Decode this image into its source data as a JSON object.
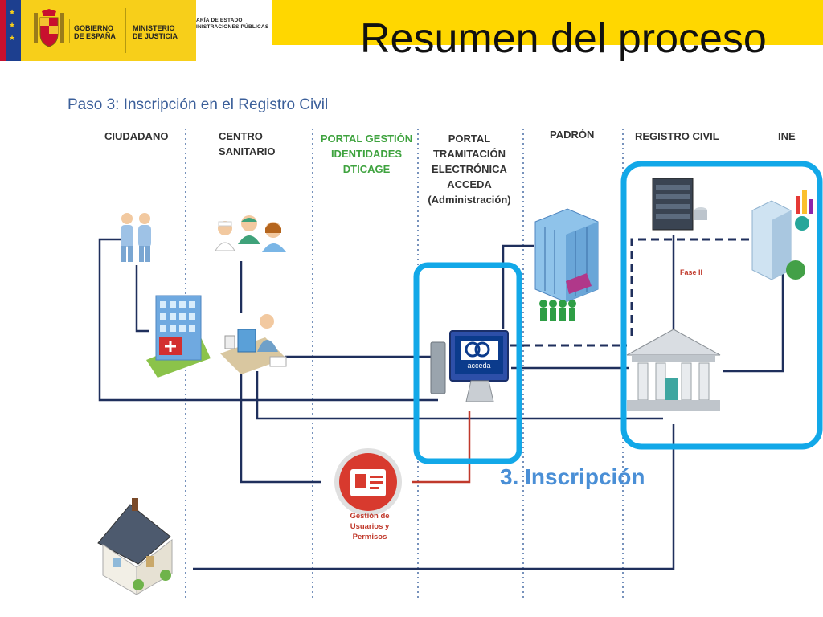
{
  "header": {
    "org_line1": "GOBIERNO",
    "org_line2": "DE ESPAÑA",
    "ministry_line1": "MINISTERIO",
    "ministry_line2": "DE JUSTICIA",
    "secretaria_line1": "ARÍA DE ESTADO",
    "secretaria_line2": "INISTRACIONES PÚBLICAS",
    "title": "Resumen del proceso"
  },
  "subtitle": "Paso 3: Inscripción en el Registro Civil",
  "columns": {
    "ciudadano": "CIUDADANO",
    "centro_1": "CENTRO",
    "centro_2": "SANITARIO",
    "portal_gestion_1": "PORTAL GESTIÓN",
    "portal_gestion_2": "IDENTIDADES",
    "portal_gestion_3": "DTICAGE",
    "portal_tram_1": "PORTAL",
    "portal_tram_2": "TRAMITACIÓN",
    "portal_tram_3": "ELECTRÓNICA",
    "portal_tram_4": "ACCEDA",
    "portal_tram_5": "(Administración)",
    "padron": "PADRÓN",
    "registro": "REGISTRO CIVIL",
    "ine": "INE"
  },
  "labels": {
    "inscripcion": "3. Inscripción",
    "gestion_1": "Gestión de",
    "gestion_2": "Usuarios y",
    "gestion_3": "Permisos",
    "fase": "Fase II",
    "acceda": "acceda"
  },
  "colors": {
    "header_yellow": "#ffd700",
    "line_navy": "#1f2f5c",
    "highlight_blue": "#12a8e8",
    "red_link": "#c0392b",
    "green_header": "#3fa33f"
  }
}
